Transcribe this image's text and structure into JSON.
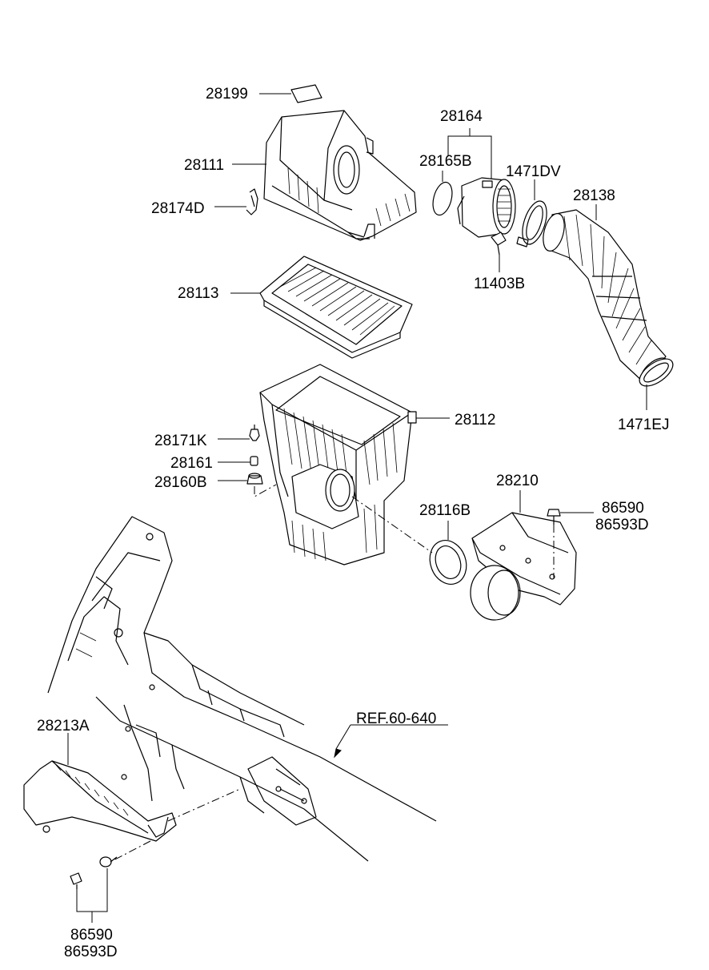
{
  "labels": {
    "p28199": "28199",
    "p28164": "28164",
    "p28111": "28111",
    "p28165B": "28165B",
    "p1471DV": "1471DV",
    "p28138": "28138",
    "p28174D": "28174D",
    "p11403B": "11403B",
    "p28113": "28113",
    "p28112": "28112",
    "p1471EJ": "1471EJ",
    "p28171K": "28171K",
    "p28161": "28161",
    "p28160B": "28160B",
    "p28210": "28210",
    "p28116B": "28116B",
    "p86590_right": "86590",
    "p86593D_right": "86593D",
    "ref": "REF.60-640",
    "p28213A": "28213A",
    "p86590_bottom": "86590",
    "p86593D_bottom": "86593D"
  }
}
